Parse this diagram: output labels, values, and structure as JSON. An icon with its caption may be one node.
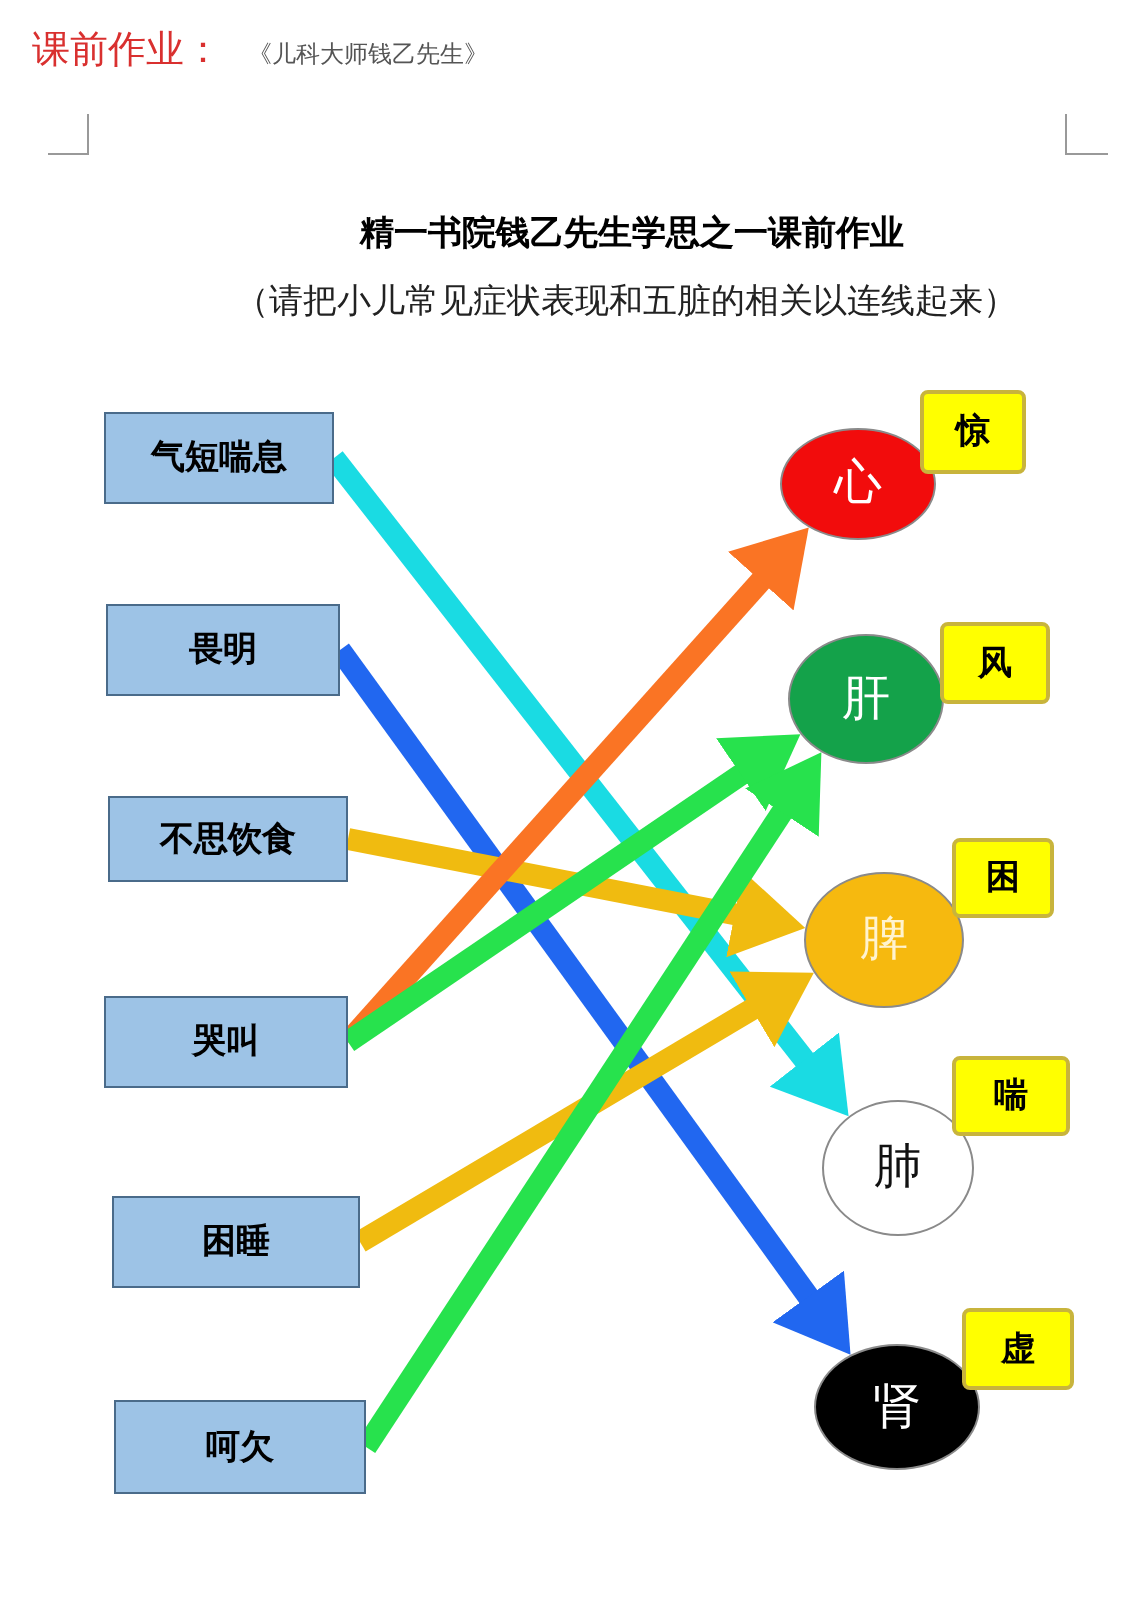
{
  "diagram": {
    "title": "精一书院钱乙先生学思之一课前作业",
    "nodes": [
      {
        "text": [
          "气短喘息"
        ]
      },
      {
        "text": [
          "畏明"
        ]
      },
      {
        "text": [
          "不思饮食"
        ]
      },
      {
        "text": [
          "哭叫"
        ]
      },
      {
        "text": [
          "困睡"
        ]
      },
      {
        "text": [
          "呵欠"
        ]
      },
      {
        "text": [
          "心"
        ]
      },
      {
        "text": [
          "惊"
        ]
      },
      {
        "text": [
          "肝"
        ]
      },
      {
        "text": [
          "风"
        ]
      },
      {
        "text": [
          "脾"
        ]
      },
      {
        "text": [
          "困"
        ]
      },
      {
        "text": [
          "肺"
        ]
      },
      {
        "text": [
          "喘"
        ]
      },
      {
        "text": [
          "肾"
        ]
      },
      {
        "text": [
          "虚"
        ]
      }
    ],
    "edges": [
      {
        "from": 0,
        "to": 12,
        "arrow": "to",
        "color": "#1adbe3"
      },
      {
        "from": 1,
        "to": 14,
        "arrow": "to",
        "color": "#2167f0"
      },
      {
        "from": 2,
        "to": 10,
        "arrow": "to",
        "color": "#f0bb10"
      },
      {
        "from": 3,
        "to": 6,
        "arrow": "to",
        "color": "#fa7424"
      },
      {
        "from": 3,
        "to": 8,
        "arrow": "to",
        "color": "#27e24d"
      },
      {
        "from": 4,
        "to": 10,
        "arrow": "to",
        "color": "#f0bb10"
      },
      {
        "from": 5,
        "to": 8,
        "arrow": "to",
        "color": "#27e24d"
      }
    ],
    "labels": [
      "课前作业：",
      "《儿科大师钱乙先生》",
      "（请把小儿常见症状表现和五脏的相关以连线起来）"
    ]
  }
}
